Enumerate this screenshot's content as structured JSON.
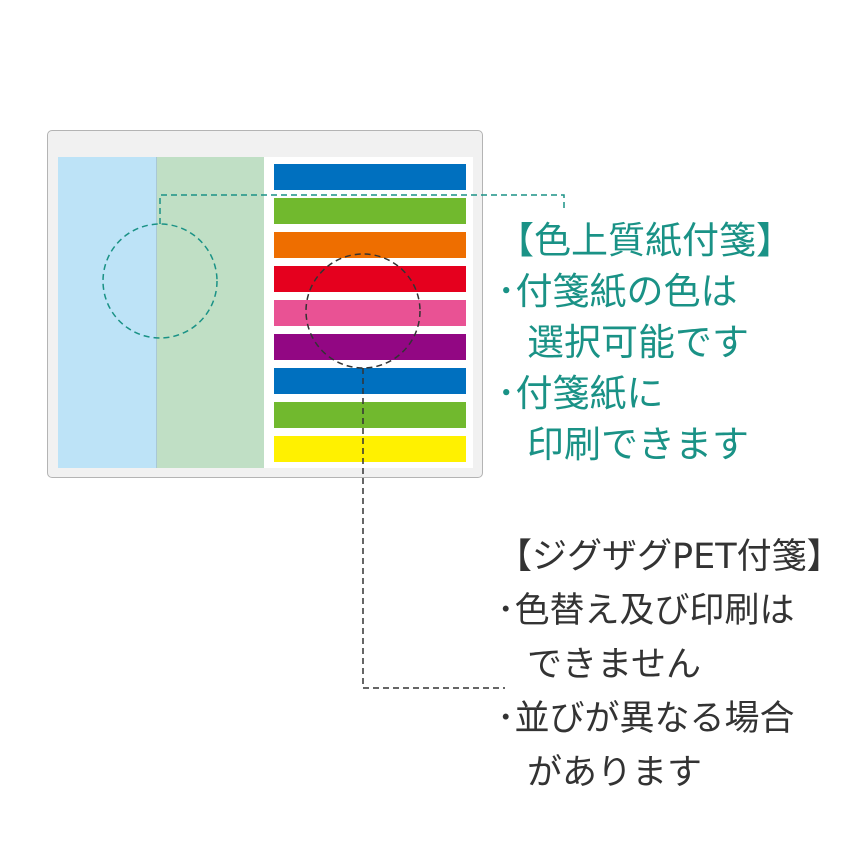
{
  "colors": {
    "teal": "#1a9286",
    "dark": "#333333",
    "card_bg": "#f1f1f1",
    "card_border": "#b4b4b4",
    "panel_blue": "#bde3f7",
    "panel_green": "#c0dfc5"
  },
  "panels": [
    {
      "name": "blue",
      "color": "#bde3f7"
    },
    {
      "name": "green",
      "color": "#c0dfc5"
    }
  ],
  "strips": [
    {
      "color": "#0070bf"
    },
    {
      "color": "#71b92e"
    },
    {
      "color": "#ee6e00"
    },
    {
      "color": "#e5001e"
    },
    {
      "color": "#e95294"
    },
    {
      "color": "#920783"
    },
    {
      "color": "#0070bf"
    },
    {
      "color": "#71b92e"
    },
    {
      "color": "#fff100"
    }
  ],
  "notes": {
    "paper": {
      "title": "【色上質紙付箋】",
      "bullet1_line1": "･付箋紙の色は",
      "bullet1_line2": "選択可能です",
      "bullet2_line1": "･付箋紙に",
      "bullet2_line2": "印刷できます"
    },
    "pet": {
      "title": "【ジグザグPET付箋】",
      "bullet1_line1": "･色替え及び印刷は",
      "bullet1_line2": "できません",
      "bullet2_line1": "･並びが異なる場合",
      "bullet2_line2": "があります"
    }
  }
}
